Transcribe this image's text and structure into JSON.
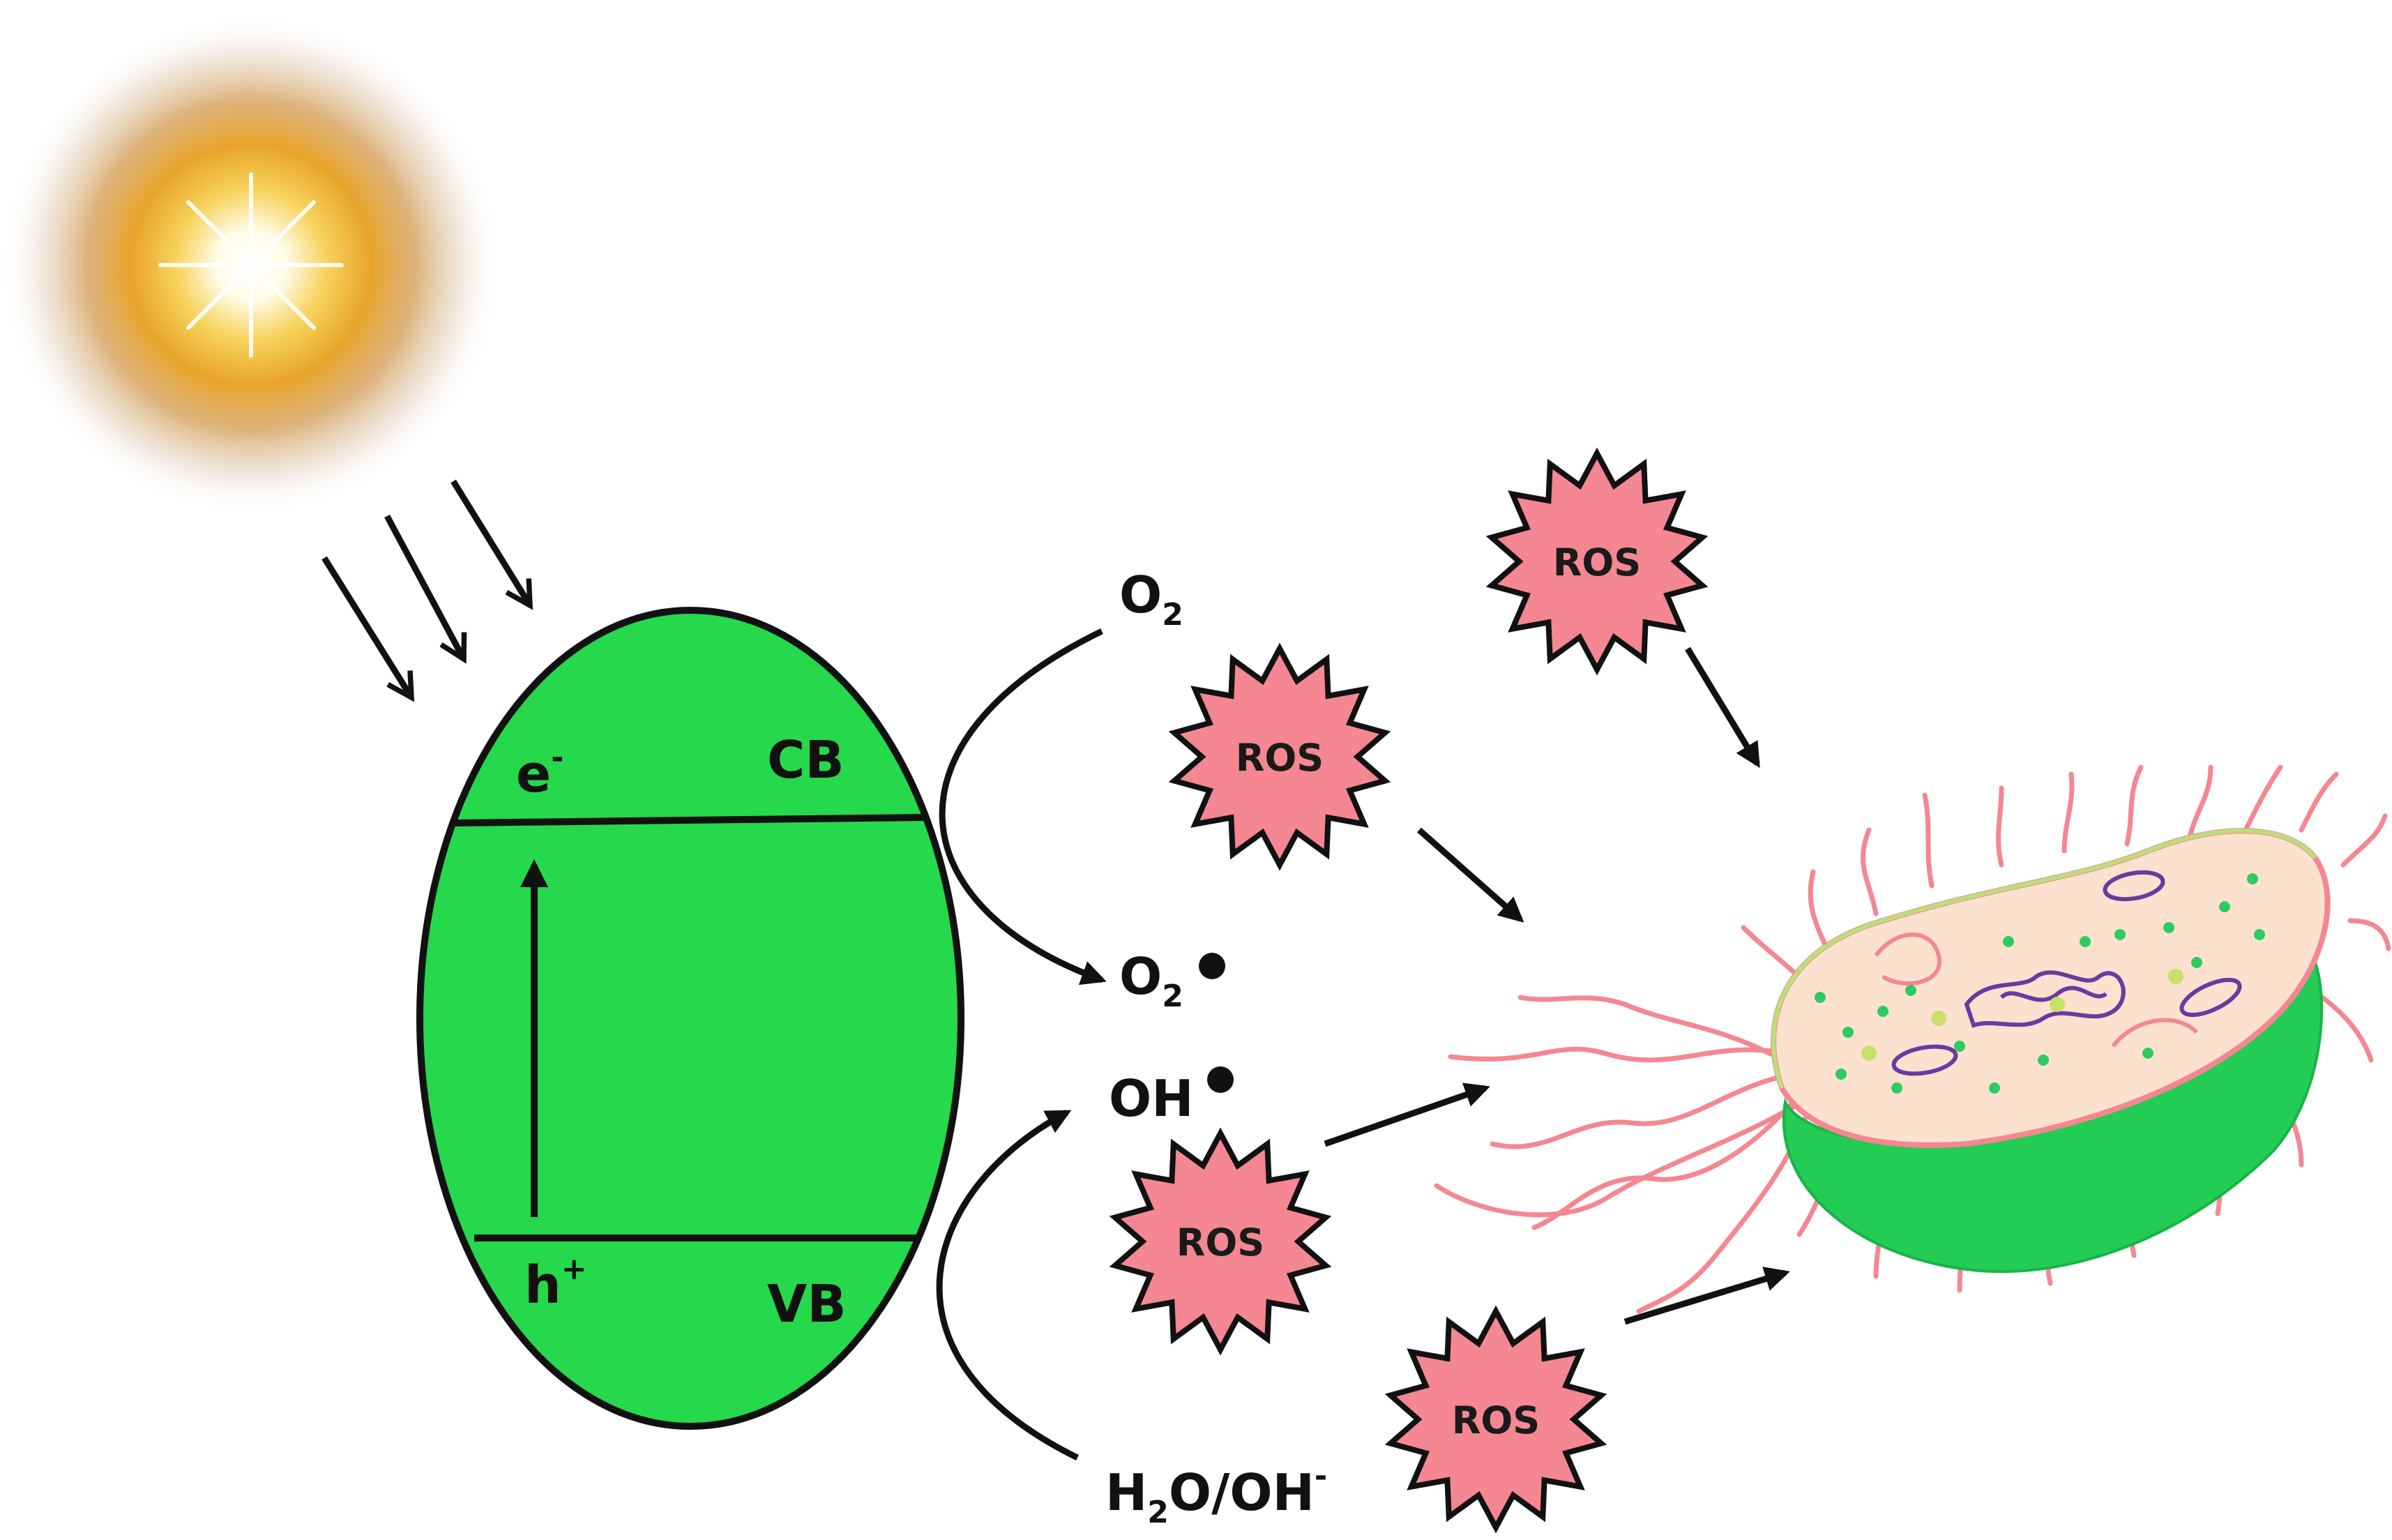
{
  "colors": {
    "particle": "#25d84c",
    "ros": "#f48791",
    "outline": "#111111",
    "bacterium_body": "#fde1cf",
    "bacterium_edge": "#f48791",
    "bacterium_base": "#22cc55",
    "sun_core": "#fffbe8",
    "sun_glow": "#e8a42a"
  },
  "icons": [
    "sun-icon",
    "bacterium-icon",
    "ros-burst-icon"
  ],
  "particle": {
    "cb": "CB",
    "vb": "VB",
    "e": "e",
    "e_sup": "-",
    "h": "h",
    "h_sup": "+"
  },
  "species": {
    "o2": {
      "base": "O",
      "sub": "2"
    },
    "o2_rad": {
      "base": "O",
      "sub": "2"
    },
    "oh_rad": {
      "base": "OH"
    },
    "h2o": {
      "a": "H",
      "sub": "2",
      "b": "O/OH",
      "sup": "-"
    }
  },
  "ros_label": "ROS"
}
